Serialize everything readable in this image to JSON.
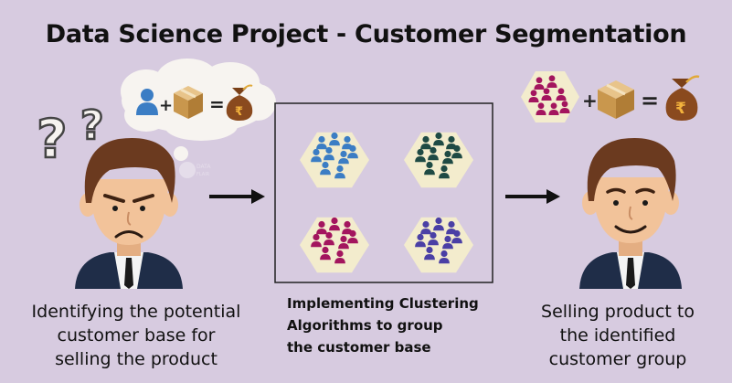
{
  "title": "Data Science Project - Customer Segmentation",
  "left_caption": [
    "Identifying the potential",
    "customer base for",
    "selling the product"
  ],
  "middle_caption": [
    "Implementing Clustering",
    "Algorithms to group",
    "the customer base"
  ],
  "right_caption": [
    "Selling product to",
    "the identified",
    "customer group"
  ],
  "thought_equation": {
    "plus": "+",
    "equals": "=",
    "currency": "₹"
  },
  "right_equation": {
    "plus": "+",
    "equals": "=",
    "currency": "₹"
  },
  "question_marks": "?",
  "colors": {
    "background": "#d7cbe0",
    "cluster_hex": "#f3eccd",
    "blue_cluster": "#3b7dc4",
    "dark_cluster": "#1e4a44",
    "magenta_cluster": "#a3155e",
    "purple_cluster": "#4a3fa5",
    "suit": "#1f2d48",
    "skin": "#f2c39a",
    "hair": "#6b3a1f",
    "money_bag": "#8a4a1e"
  },
  "clusters": [
    {
      "name": "cluster-blue",
      "color": "#3b7dc4"
    },
    {
      "name": "cluster-dark-green",
      "color": "#1e4a44"
    },
    {
      "name": "cluster-magenta",
      "color": "#a3155e"
    },
    {
      "name": "cluster-purple",
      "color": "#4a3fa5"
    }
  ]
}
